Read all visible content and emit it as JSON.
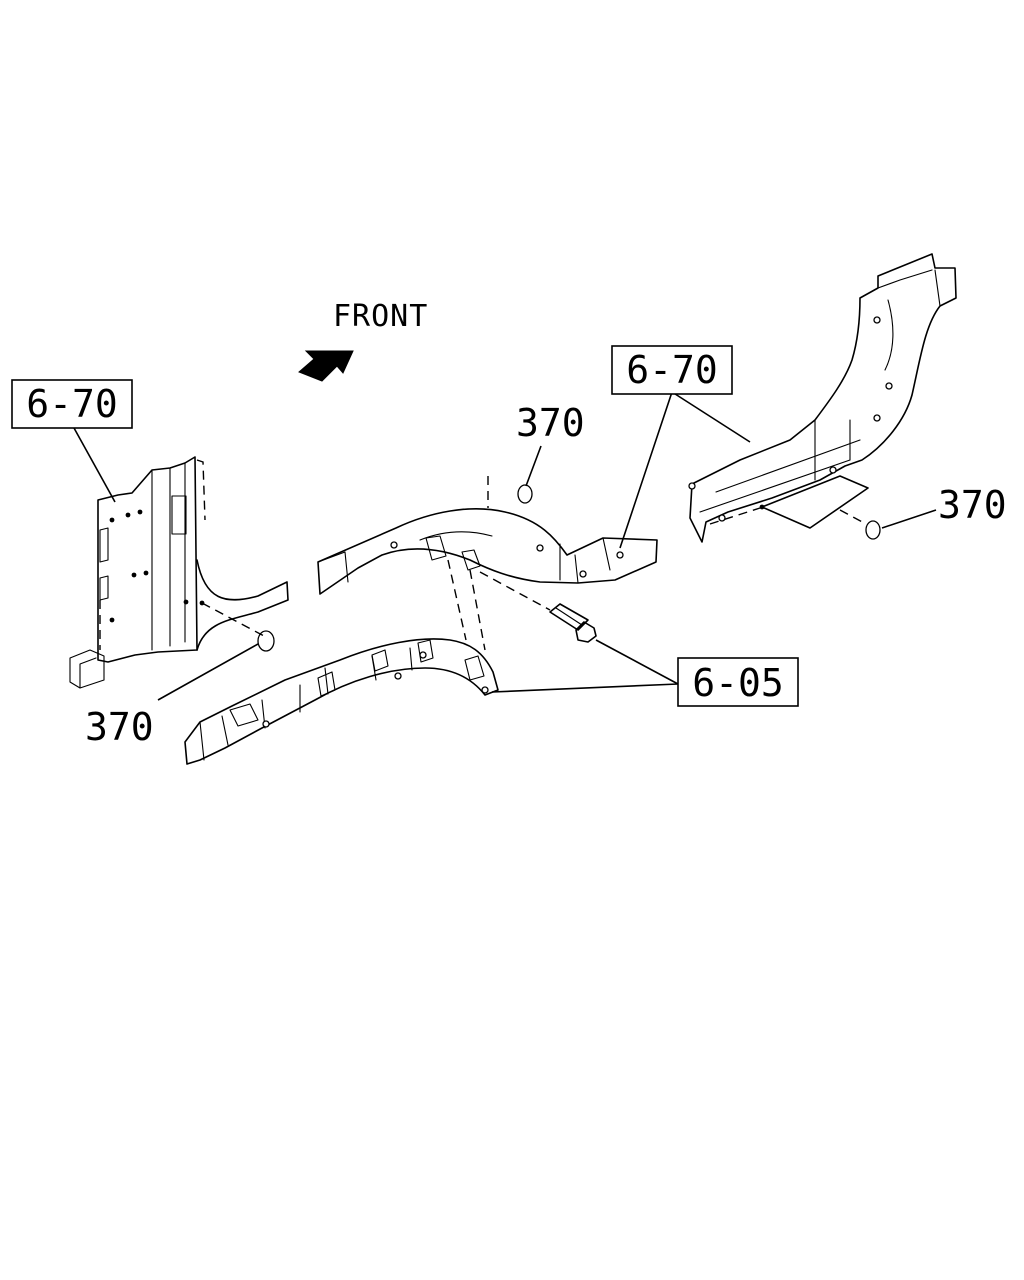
{
  "direction_label": "FRONT",
  "callouts": {
    "ref_left": "6-70",
    "ref_right": "6-70",
    "ref_bottom": "6-05",
    "part_left": "370",
    "part_center": "370",
    "part_right": "370"
  },
  "icons": {
    "direction_arrow": "front-direction-arrow-icon"
  }
}
